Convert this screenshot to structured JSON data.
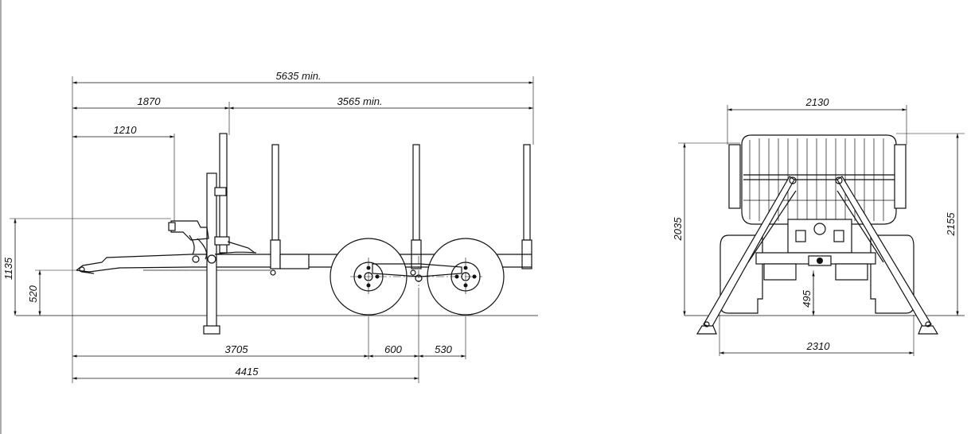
{
  "side_view": {
    "dimensions": {
      "overall_length": "5635 min.",
      "front_section": "1870",
      "load_section": "3565 min.",
      "drawbar_reach": "1210",
      "drawbar_height": "1135",
      "hitch_height": "520",
      "to_front_axle": "3705",
      "axle_spacing": "600",
      "rear_overhang": "530",
      "to_rear_axle": "4415"
    }
  },
  "rear_view": {
    "dimensions": {
      "stake_width": "2130",
      "bunk_height": "2035",
      "overall_height": "2155",
      "ground_clearance": "495",
      "track_width": "2310"
    }
  }
}
